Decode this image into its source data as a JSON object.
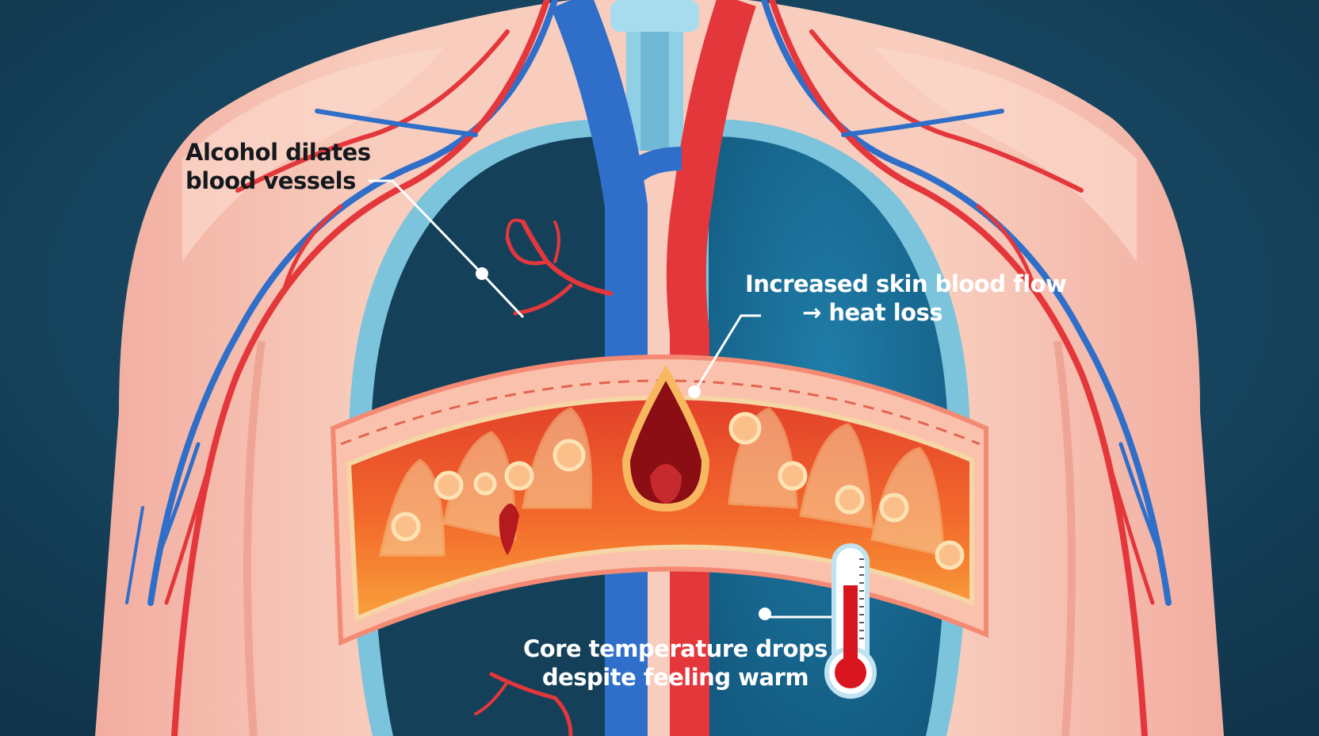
{
  "annotations": {
    "vessels": {
      "line1": "Alcohol dilates",
      "line2": "blood vessels"
    },
    "skin_flow": {
      "line1": "Increased skin blood flow",
      "line2": "→ heat loss"
    },
    "core_temp": {
      "line1": "Core temperature drops",
      "line2": "despite feeling warm"
    }
  },
  "colors": {
    "background": "#14405a",
    "skin": "#f6c1b0",
    "artery": "#e4373c",
    "vein": "#2f6fc9",
    "tissue_hot": "#f05a2a",
    "thermometer_fill": "#d9151f"
  },
  "icons": [
    "thermometer-icon",
    "blood-drop-icon"
  ]
}
